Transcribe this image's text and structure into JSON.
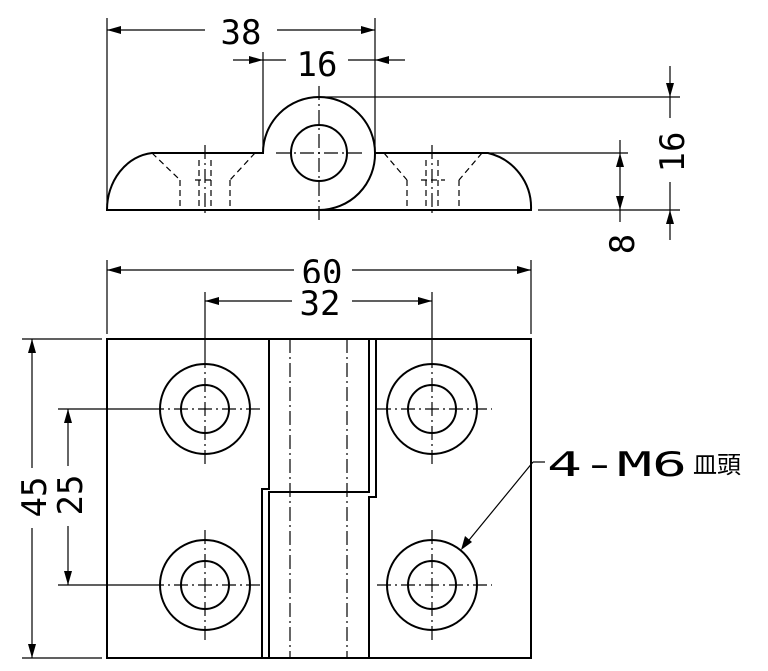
{
  "dimensions": {
    "top_width": "38",
    "boss_width": "16",
    "boss_height": "16",
    "base_thickness": "8",
    "plate_width": "60",
    "hole_spacing_x": "32",
    "plate_height": "45",
    "hole_spacing_y": "25"
  },
  "note": {
    "spec": "4-M6",
    "head_type": "皿頭"
  }
}
